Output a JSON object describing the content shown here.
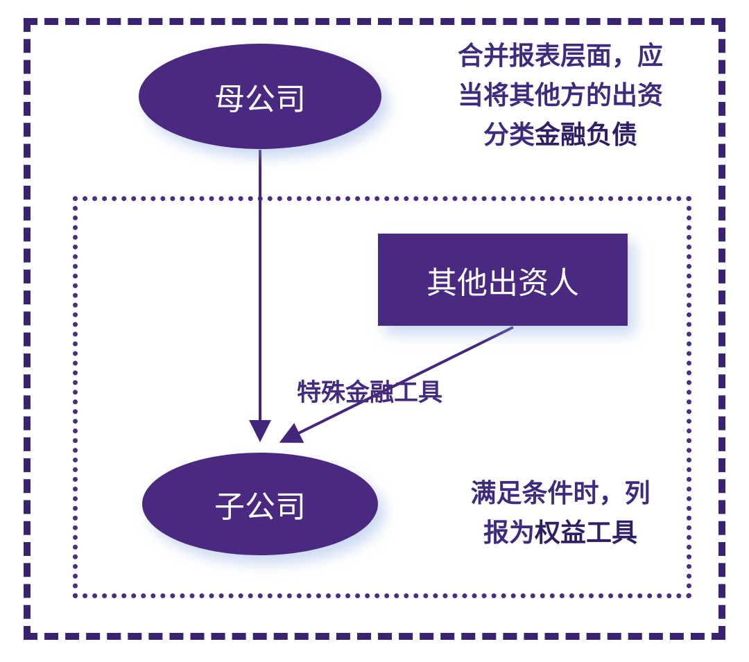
{
  "colors": {
    "purple_fill": "#4a2a80",
    "purple_line": "#44267c",
    "purple_text": "#3f2a7e",
    "outer_dash": "#3a2472",
    "white": "#ffffff"
  },
  "nodes": {
    "parent": {
      "label": "母公司"
    },
    "other_investors": {
      "label": "其他出资人"
    },
    "subsidiary": {
      "label": "子公司"
    }
  },
  "edge": {
    "label": "特殊金融工具"
  },
  "notes": {
    "consolidated": {
      "line1": "合并报表层面，应",
      "line2": "当将其他方的出资",
      "line3_prefix": "分类",
      "line3_bold": "金融负债"
    },
    "equity": {
      "line1": "满足条件时，列",
      "line2_prefix": "报为",
      "line2_bold": "权益工具"
    }
  }
}
